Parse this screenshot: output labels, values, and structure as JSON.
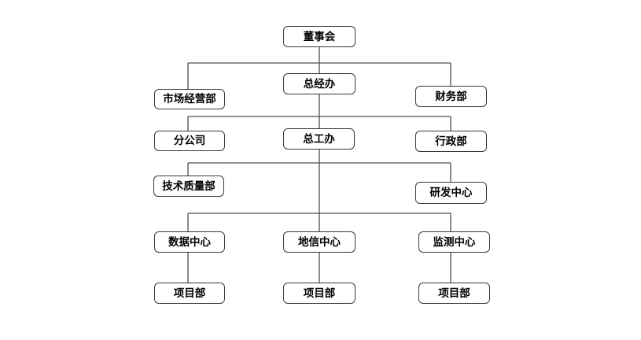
{
  "diagram": {
    "type": "org-chart",
    "nodes": {
      "board": "董事会",
      "gm_office": "总经办",
      "marketing_dept": "市场经营部",
      "finance_dept": "财务部",
      "branch_company": "分公司",
      "chief_engineer_office": "总工办",
      "admin_dept": "行政部",
      "tech_quality_dept": "技术质量部",
      "rd_center": "研发中心",
      "data_center": "数据中心",
      "geoinfo_center": "地信中心",
      "monitoring_center": "监测中心",
      "project_dept_1": "项目部",
      "project_dept_2": "项目部",
      "project_dept_3": "项目部"
    },
    "edges": [
      [
        "board",
        "marketing_dept"
      ],
      [
        "board",
        "gm_office"
      ],
      [
        "board",
        "finance_dept"
      ],
      [
        "gm_office",
        "branch_company"
      ],
      [
        "gm_office",
        "chief_engineer_office"
      ],
      [
        "gm_office",
        "admin_dept"
      ],
      [
        "chief_engineer_office",
        "tech_quality_dept"
      ],
      [
        "chief_engineer_office",
        "rd_center"
      ],
      [
        "chief_engineer_office",
        "data_center"
      ],
      [
        "chief_engineer_office",
        "geoinfo_center"
      ],
      [
        "chief_engineer_office",
        "monitoring_center"
      ],
      [
        "data_center",
        "project_dept_1"
      ],
      [
        "geoinfo_center",
        "project_dept_2"
      ],
      [
        "monitoring_center",
        "project_dept_3"
      ]
    ],
    "colors": {
      "background": "#ffffff",
      "box_fill": "#ffffff",
      "box_border": "#383838",
      "connector": "#4d4d4d",
      "text": "#000000"
    }
  }
}
